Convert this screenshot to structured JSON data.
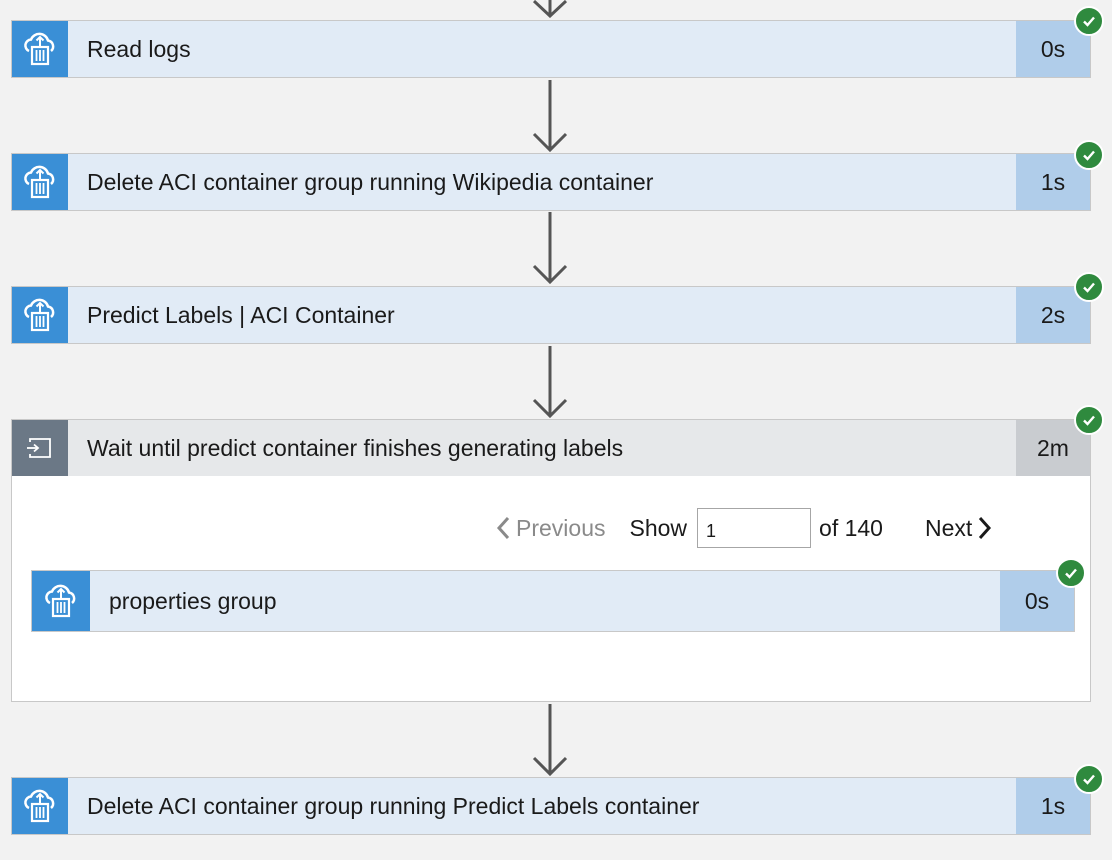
{
  "steps": [
    {
      "title": "Read logs",
      "duration": "0s"
    },
    {
      "title": "Delete ACI container group running Wikipedia container",
      "duration": "1s"
    },
    {
      "title": "Predict Labels | ACI Container",
      "duration": "2s"
    },
    {
      "title": "Wait until predict container finishes generating labels",
      "duration": "2m"
    },
    {
      "title": "Delete ACI container group running Predict Labels container",
      "duration": "1s"
    }
  ],
  "pager": {
    "previous_label": "Previous",
    "show_label": "Show",
    "page_value": "1",
    "of_label": "of 140",
    "next_label": "Next"
  },
  "inner_step": {
    "title": "properties group",
    "duration": "0s"
  },
  "colors": {
    "action_icon_bg": "#3a8fd6",
    "wait_icon_bg": "#6b7886",
    "step_bg": "#e1ebf6",
    "duration_bg": "#b0cdea",
    "success_check": "#2f8a3e"
  },
  "icons": {
    "action": "cloud-container-icon",
    "wait": "wait-delay-icon",
    "status": "success-check-icon"
  }
}
